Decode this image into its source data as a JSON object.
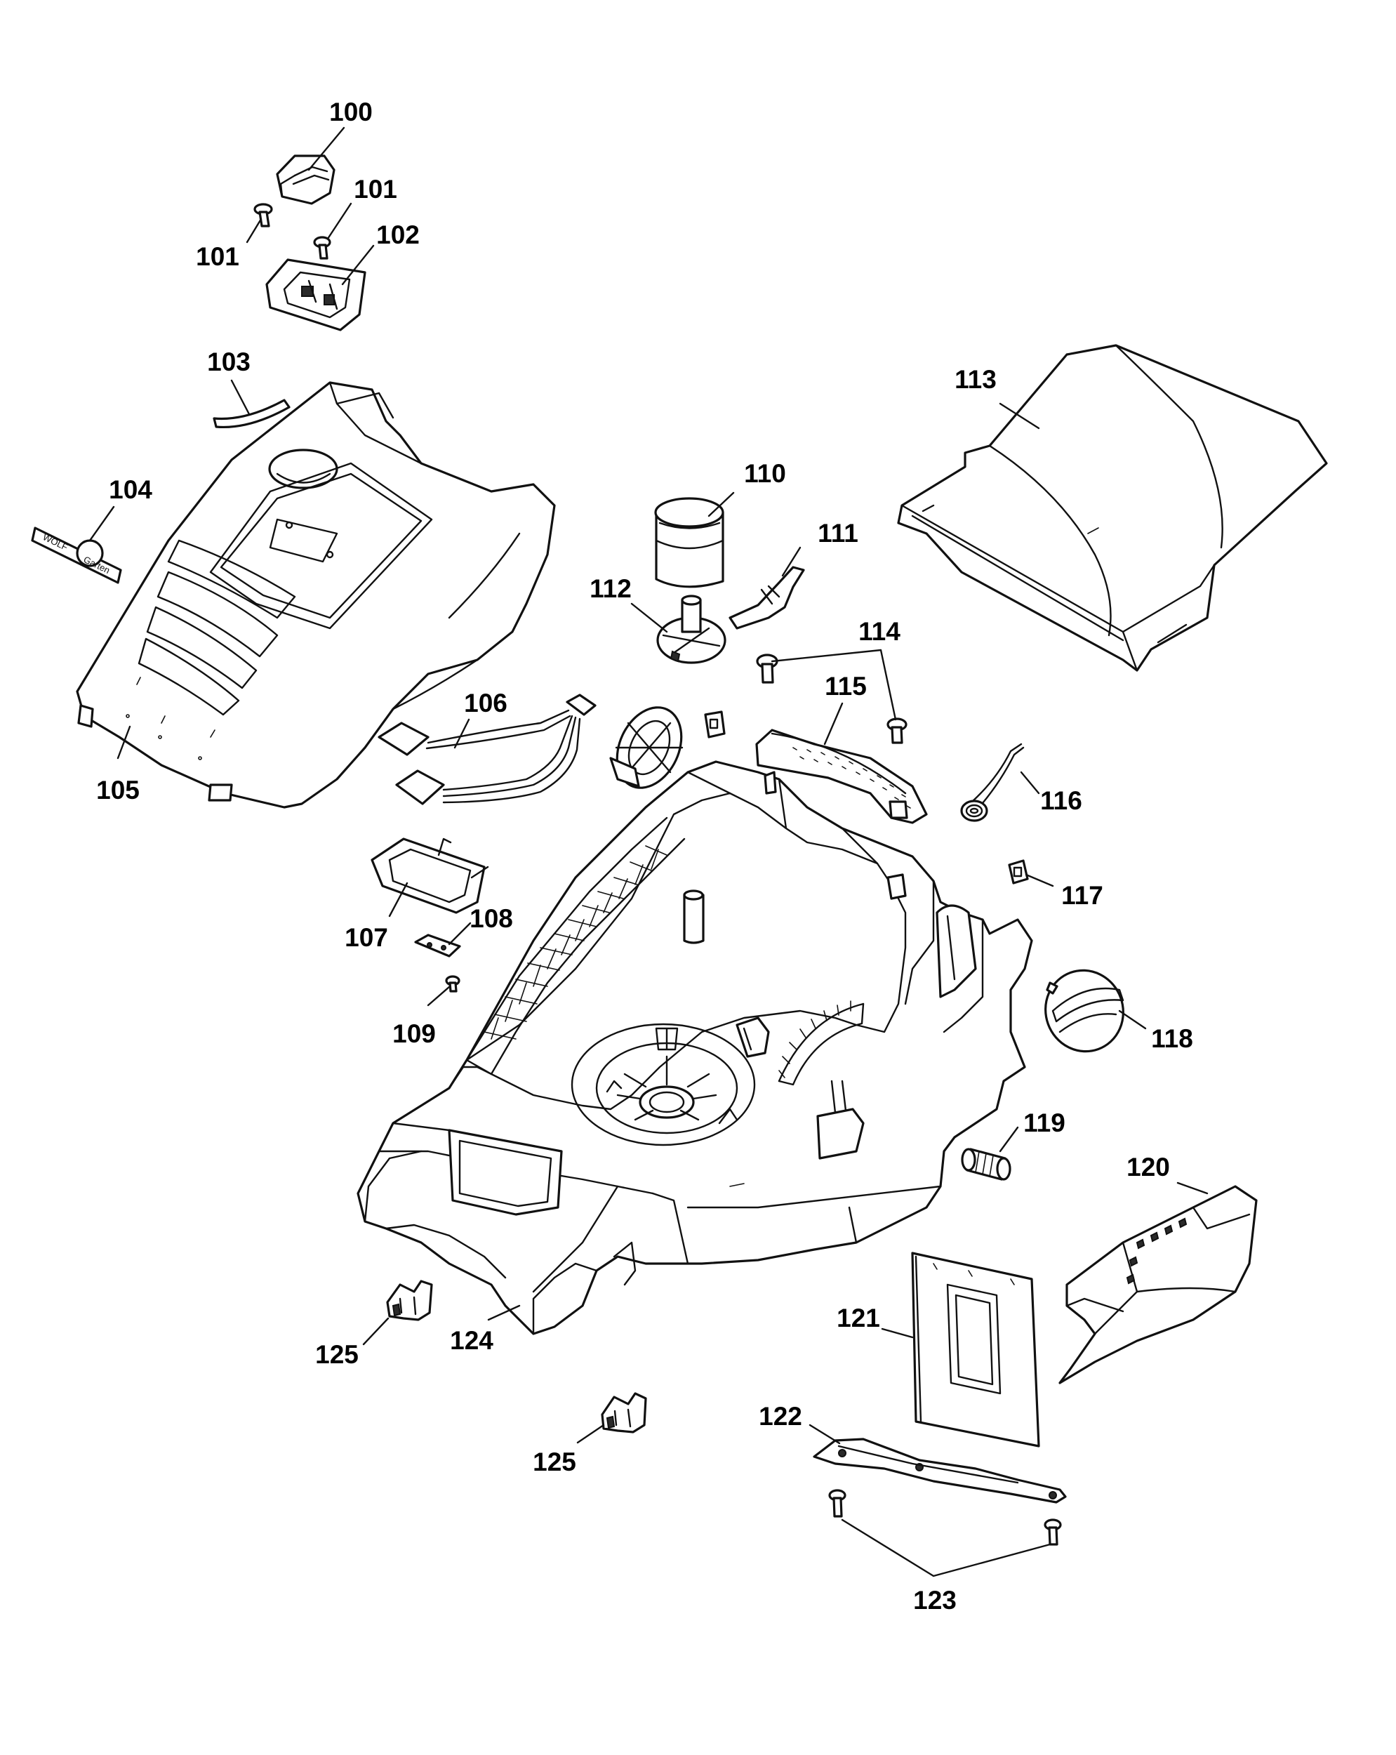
{
  "labels": {
    "p100": "100",
    "p101a": "101",
    "p101b": "101",
    "p102": "102",
    "p103": "103",
    "p104": "104",
    "p105": "105",
    "p106": "106",
    "p107": "107",
    "p108": "108",
    "p109": "109",
    "p110": "110",
    "p111": "111",
    "p112": "112",
    "p113": "113",
    "p114": "114",
    "p115": "115",
    "p116": "116",
    "p117": "117",
    "p118": "118",
    "p119": "119",
    "p120": "120",
    "p121": "121",
    "p122": "122",
    "p123": "123",
    "p124": "124",
    "p125a": "125",
    "p125b": "125"
  },
  "logo": {
    "left": "WOLF",
    "right": "Garten"
  }
}
